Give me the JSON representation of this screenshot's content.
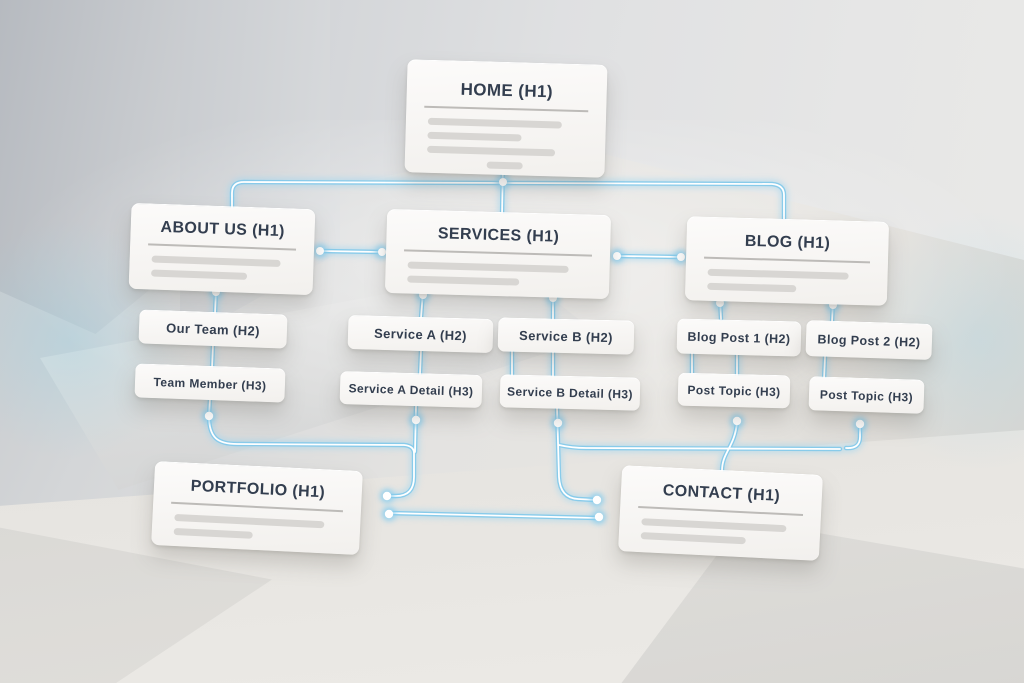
{
  "nodes": {
    "home": {
      "title": "HOME (H1)"
    },
    "about_us": {
      "title": "ABOUT US (H1)"
    },
    "services": {
      "title": "SERVICES (H1)"
    },
    "blog": {
      "title": "BLOG (H1)"
    },
    "our_team": {
      "title": "Our Team (H2)"
    },
    "team_member": {
      "title": "Team Member (H3)"
    },
    "service_a": {
      "title": "Service A (H2)"
    },
    "service_b": {
      "title": "Service B (H2)"
    },
    "service_a_detail": {
      "title": "Service A Detail (H3)"
    },
    "service_b_detail": {
      "title": "Service B Detail (H3)"
    },
    "blog_post_1": {
      "title": "Blog Post 1 (H2)"
    },
    "blog_post_2": {
      "title": "Blog Post 2 (H2)"
    },
    "post_topic_1": {
      "title": "Post Topic (H3)"
    },
    "post_topic_2": {
      "title": "Post Topic (H3)"
    },
    "portfolio": {
      "title": "PORTFOLIO (H1)"
    },
    "contact": {
      "title": "CONTACT (H1)"
    }
  },
  "edges": [
    {
      "from": "home",
      "to": "about_us"
    },
    {
      "from": "home",
      "to": "services"
    },
    {
      "from": "home",
      "to": "blog"
    },
    {
      "from": "about_us",
      "to": "services",
      "type": "sibling-link"
    },
    {
      "from": "services",
      "to": "blog",
      "type": "sibling-link"
    },
    {
      "from": "about_us",
      "to": "our_team"
    },
    {
      "from": "our_team",
      "to": "team_member"
    },
    {
      "from": "services",
      "to": "service_a"
    },
    {
      "from": "services",
      "to": "service_b"
    },
    {
      "from": "service_a",
      "to": "service_a_detail"
    },
    {
      "from": "service_b",
      "to": "service_b_detail"
    },
    {
      "from": "blog",
      "to": "blog_post_1"
    },
    {
      "from": "blog",
      "to": "blog_post_2"
    },
    {
      "from": "blog_post_1",
      "to": "post_topic_1"
    },
    {
      "from": "blog_post_2",
      "to": "post_topic_2"
    },
    {
      "from": "team_member",
      "to": "portfolio"
    },
    {
      "from": "service_a_detail",
      "to": "portfolio"
    },
    {
      "from": "service_b_detail",
      "to": "contact"
    },
    {
      "from": "post_topic_1",
      "to": "contact"
    },
    {
      "from": "post_topic_2",
      "to": "contact"
    },
    {
      "from": "portfolio",
      "to": "contact"
    }
  ],
  "colors": {
    "connector_glow": "#8ccdec",
    "connector_core": "#ffffff",
    "card_background": "#f8f6f3",
    "heading_text": "#333e4f",
    "placeholder_bar": "#d7d5d2",
    "divider": "#bdbbb8",
    "background_base": "#dddcd9"
  }
}
